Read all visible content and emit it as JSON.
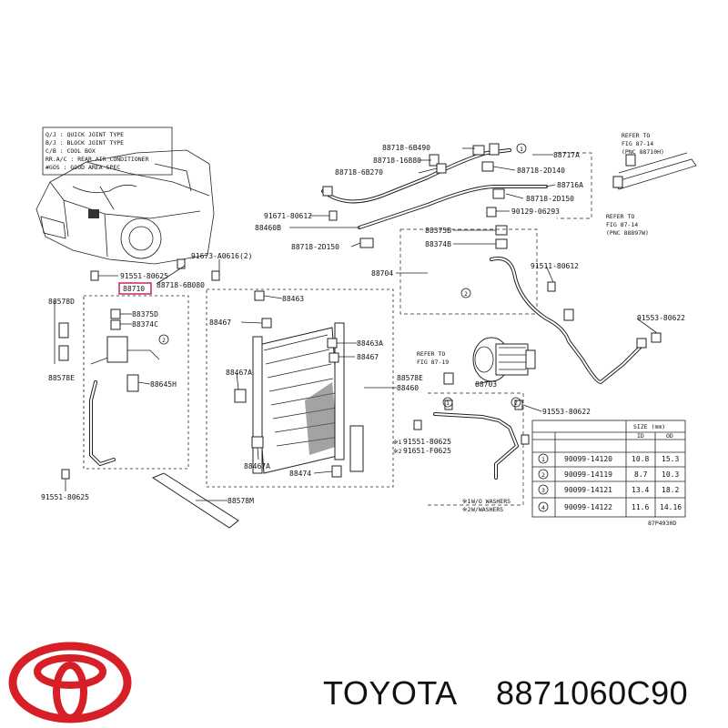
{
  "legend_lines": [
    "Q/J : QUICK JOINT TYPE",
    "B/J : BLOCK JOINT TYPE",
    "C/B : COOL BOX",
    "RR.A/C : REAR AIR CONDITIONER",
    "#GOS : GOOD AREA SPEC"
  ],
  "refer_top_right": [
    "REFER TO",
    "FIG 87-14",
    "(PNC 88710H)"
  ],
  "refer_mid_right": [
    "REFER TO",
    "FIG 87-14",
    "(PNC 88897W)"
  ],
  "refer_compressor": [
    "REFER TO",
    "FIG 87-19"
  ],
  "labels": {
    "p88718_6b490": "88718-6B490",
    "p88717a": "88717A",
    "p88718_6b270": "88718-6B270",
    "p88718_16880": "88718-16880",
    "p88718_2d140": "88718-2D140",
    "p88716a": "88716A",
    "p88718_2d150a": "88718-2D150",
    "p90129_06293": "90129-06293",
    "p91671_80612": "91671-80612",
    "p88460b": "88460B",
    "p88718_2d150b": "88718-2D150",
    "p88375b": "88375B",
    "p88374b": "88374B",
    "p91673_a0616": "91673-A0616(2)",
    "p88704": "88704",
    "p91551_80625a": "91551-80625",
    "p88710": "88710",
    "p88718_6b080": "88718-6B080",
    "p91511_80612": "91511-80612",
    "p88578d": "88578D",
    "p88375d": "88375D",
    "p88374c": "88374C",
    "p88463": "88463",
    "p88467a": "88467",
    "p91553_80622": "91553-80622",
    "p88463a": "88463A",
    "p88467b": "88467",
    "p88578e": "88578E",
    "p88645h": "88645H",
    "p88467ax": "88467A",
    "p88578e2": "88578E",
    "p88460": "88460",
    "p88703": "88703",
    "p91553_80622b": "91553-80622",
    "p91551_80625b": "91551-80625",
    "p91651_f0625": "91651-F0625",
    "p88467ab": "88467A",
    "p88474": "88474",
    "p91551_80625c": "91551-80625",
    "p88578m": "88578M",
    "washer1": "W/O WASHERS",
    "washer2": "W/WASHERS",
    "code": "87P4930D",
    "mark1": "※1",
    "mark2": "※2",
    "mark1b": "※1",
    "mark2b": "※2"
  },
  "size_table": {
    "title": "SIZE (mm)",
    "headers": [
      "",
      "",
      "ID",
      "OD"
    ],
    "rows": [
      {
        "no": "1",
        "part": "90099-14120",
        "id": "10.8",
        "od": "15.3"
      },
      {
        "no": "2",
        "part": "90099-14119",
        "id": "8.7",
        "od": "10.3"
      },
      {
        "no": "3",
        "part": "90099-14121",
        "id": "13.4",
        "od": "18.2"
      },
      {
        "no": "4",
        "part": "90099-14122",
        "id": "11.6",
        "od": "14.16"
      }
    ]
  },
  "circle_marks": [
    "1",
    "2",
    "2",
    "1",
    "2",
    "3",
    "4"
  ],
  "brand_name": "TOYOTA",
  "part_number": "8871060C90",
  "colors": {
    "logo_red": "#d61f26"
  }
}
